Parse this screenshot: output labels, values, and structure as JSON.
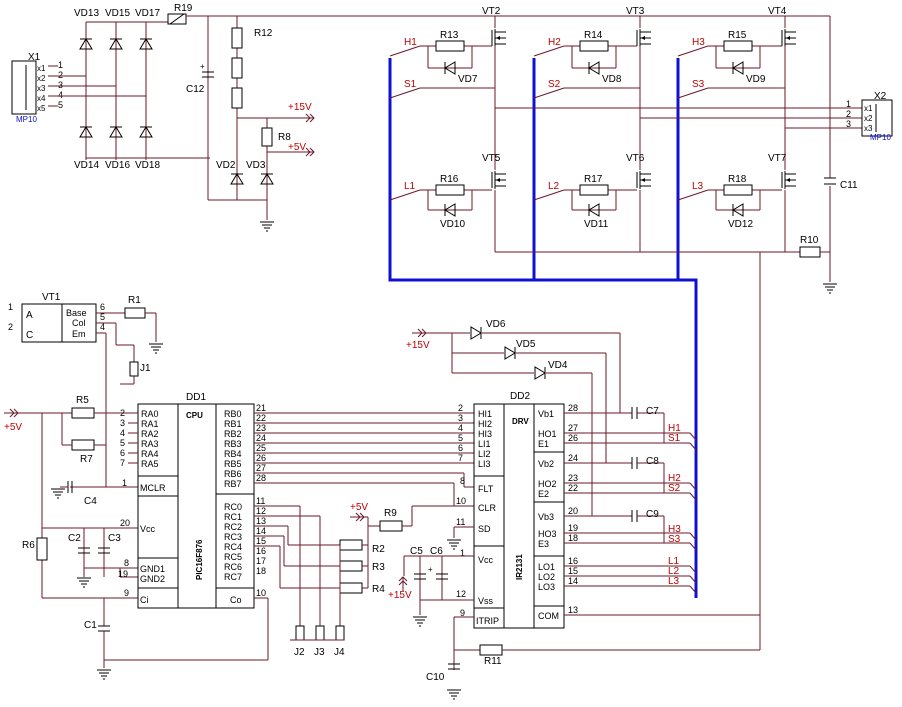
{
  "components": {
    "vd_bridge": [
      "VD13",
      "VD15",
      "VD17",
      "VD14",
      "VD16",
      "VD18"
    ],
    "r19": "R19",
    "r12": "R12",
    "c12": "C12",
    "r8": "R8",
    "vd2": "VD2",
    "vd3": "VD3",
    "x1": {
      "title": "X1",
      "pins": [
        "x1",
        "x2",
        "x3",
        "x4",
        "x5"
      ],
      "nums": [
        "1",
        "2",
        "3",
        "4",
        "5"
      ],
      "model": "MP10"
    },
    "x2": {
      "title": "X2",
      "pins": [
        "x1",
        "x2",
        "x3"
      ],
      "nums": [
        "1",
        "2",
        "3"
      ],
      "model": "MP10"
    },
    "supply": {
      "plus15": "+15V",
      "plus5": "+5V"
    },
    "bridge": {
      "vt": [
        "VT2",
        "VT3",
        "VT4",
        "VT5",
        "VT6",
        "VT7"
      ],
      "r_hi": [
        "R13",
        "R14",
        "R15"
      ],
      "vd_hi": [
        "VD7",
        "VD8",
        "VD9"
      ],
      "r_lo": [
        "R16",
        "R17",
        "R18"
      ],
      "vd_lo": [
        "VD10",
        "VD11",
        "VD12"
      ],
      "h": [
        "H1",
        "H2",
        "H3"
      ],
      "s": [
        "S1",
        "S2",
        "S3"
      ],
      "l": [
        "L1",
        "L2",
        "L3"
      ],
      "c11": "C11",
      "r10": "R10"
    },
    "vt1": {
      "title": "VT1",
      "a": "A",
      "c": "C",
      "base": "Base",
      "col": "Col",
      "em": "Em",
      "n1": "1",
      "n2": "2",
      "n6": "6",
      "n5": "5",
      "n4": "4"
    },
    "r1": "R1",
    "j1": "J1",
    "r5": "R5",
    "r7": "R7",
    "c4": "C4",
    "r6": "R6",
    "c2": "C2",
    "c3": "C3",
    "c1": "C1",
    "dd1": {
      "title": "DD1",
      "label": "CPU",
      "part": "PIC16F876",
      "left_pins": [
        [
          "2",
          "RA0"
        ],
        [
          "3",
          "RA1"
        ],
        [
          "4",
          "RA2"
        ],
        [
          "5",
          "RA3"
        ],
        [
          "6",
          "RA4"
        ],
        [
          "7",
          "RA5"
        ]
      ],
      "mclr": [
        "1",
        "MCLR"
      ],
      "vcc": [
        "20",
        "Vcc"
      ],
      "gnd": [
        [
          "8",
          "GND1"
        ],
        [
          "19",
          "GND2"
        ]
      ],
      "ci": [
        "9",
        "Ci"
      ],
      "right_pins": [
        [
          "21",
          "RB0"
        ],
        [
          "22",
          "RB1"
        ],
        [
          "23",
          "RB2"
        ],
        [
          "24",
          "RB3"
        ],
        [
          "25",
          "RB4"
        ],
        [
          "26",
          "RB5"
        ],
        [
          "27",
          "RB6"
        ],
        [
          "28",
          "RB7"
        ]
      ],
      "rc_pins": [
        [
          "11",
          "RC0"
        ],
        [
          "12",
          "RC1"
        ],
        [
          "13",
          "RC2"
        ],
        [
          "14",
          "RC3"
        ],
        [
          "15",
          "RC4"
        ],
        [
          "16",
          "RC5"
        ],
        [
          "17",
          "RC6"
        ],
        [
          "18",
          "RC7"
        ]
      ],
      "co": [
        "10",
        "Co"
      ]
    },
    "r2": "R2",
    "r3": "R3",
    "r4": "R4",
    "j2": "J2",
    "j3": "J3",
    "j4": "J4",
    "r9": "R9",
    "dd2": {
      "title": "DD2",
      "label": "DRV",
      "part": "IR2131",
      "left_pins": [
        [
          "2",
          "HI1"
        ],
        [
          "3",
          "HI2"
        ],
        [
          "4",
          "HI3"
        ],
        [
          "5",
          "LI1"
        ],
        [
          "6",
          "LI2"
        ],
        [
          "7",
          "LI3"
        ]
      ],
      "flt": [
        "8",
        "FLT"
      ],
      "clr": [
        "10",
        "CLR"
      ],
      "sd": [
        "11",
        "SD"
      ],
      "vcc": [
        "1",
        "Vcc"
      ],
      "vss": [
        "12",
        "Vss"
      ],
      "itrip": [
        "9",
        "ITRIP"
      ],
      "right": [
        [
          "28",
          "Vb1"
        ],
        [
          "27",
          "HO1"
        ],
        [
          "26",
          "E1"
        ],
        [
          "24",
          "Vb2"
        ],
        [
          "23",
          "HO2"
        ],
        [
          "22",
          "E2"
        ],
        [
          "20",
          "Vb3"
        ],
        [
          "19",
          "HO3"
        ],
        [
          "18",
          "E3"
        ],
        [
          "16",
          "LO1"
        ],
        [
          "15",
          "LO2"
        ],
        [
          "14",
          "LO3"
        ],
        [
          "13",
          "COM"
        ]
      ]
    },
    "vd4": "VD4",
    "vd5": "VD5",
    "vd6": "VD6",
    "c5": "C5",
    "c6": "C6",
    "c7": "C7",
    "c8": "C8",
    "c9": "C9",
    "c10": "C10",
    "r11": "R11"
  }
}
